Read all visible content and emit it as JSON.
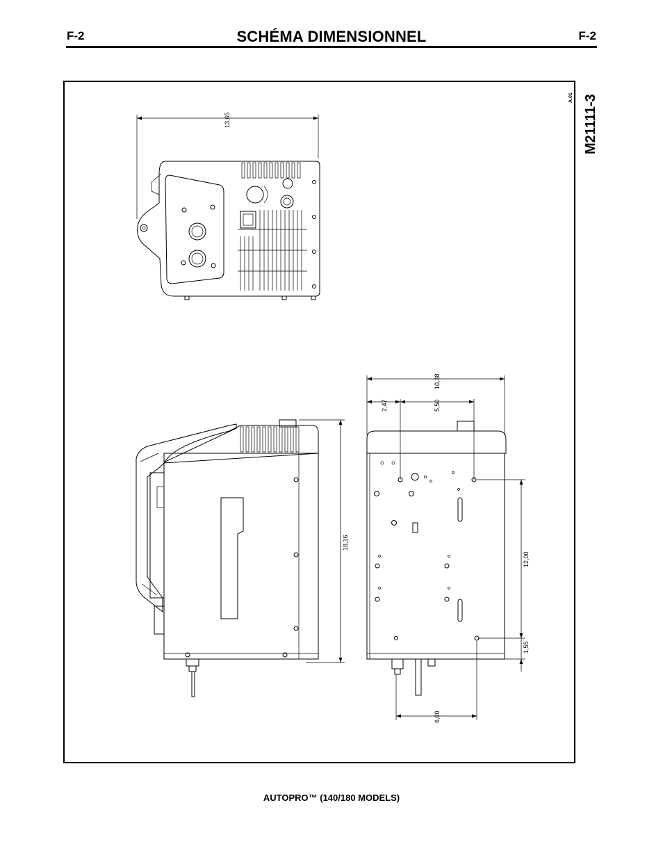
{
  "header": {
    "code_left": "F-2",
    "title": "SCHÉMA DIMENSIONNEL",
    "code_right": "F-2"
  },
  "drawing": {
    "number": "M21111-3",
    "revision": "A.01",
    "dimensions": {
      "top_width": "13,65",
      "side_height": "18,16",
      "rear_width": "10,38",
      "rear_offset": "2,47",
      "rear_hole_spacing": "5,50",
      "rear_vertical_spacing": "12,00",
      "rear_bottom_offset": "1,55",
      "rear_bottom_spacing": "6,00"
    }
  },
  "footer": {
    "text": "AUTOPRO™ (140/180 MODELS)"
  }
}
